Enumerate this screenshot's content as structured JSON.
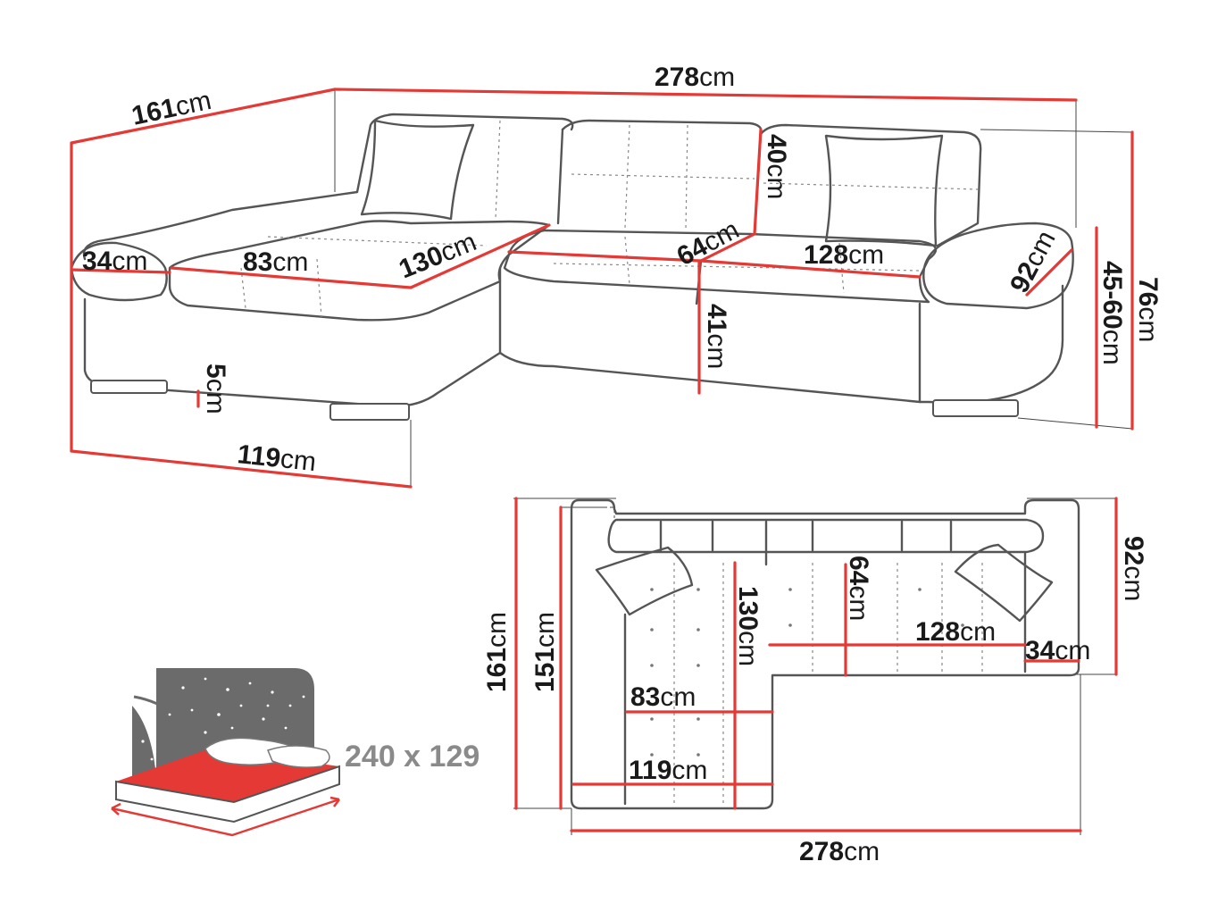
{
  "unit": "cm",
  "perspective_view": {
    "total_width": "278",
    "depth": "161",
    "back_height": "40",
    "armrest_width": "34",
    "chaise_seat_width": "83",
    "chaise_seat_depth": "130",
    "seat_depth": "64",
    "seat_width": "128",
    "headrest_width": "92",
    "seat_height": "41",
    "leg_height": "5",
    "chaise_width": "119",
    "height_range": "45-60",
    "total_height": "76"
  },
  "top_view": {
    "total_width": "278",
    "total_depth": "161",
    "inner_depth": "151",
    "chaise_depth": "130",
    "seat_depth": "64",
    "seat_width": "128",
    "armrest_width": "34",
    "chaise_seat_width": "83",
    "chaise_width": "119",
    "back_depth": "92"
  },
  "bed_icon": {
    "label": "240 x 129"
  },
  "colors": {
    "dimension_line": "#e53935",
    "outline": "#555555",
    "bed_mattress": "#e53935",
    "bed_backdrop": "#6b6b6b"
  }
}
